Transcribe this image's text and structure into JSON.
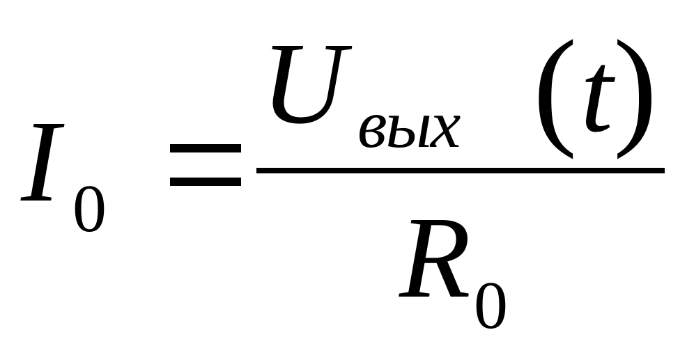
{
  "formula": {
    "lhs": {
      "variable": "I",
      "subscript": "0"
    },
    "operator": "=",
    "numerator": {
      "variable": "U",
      "subscript": "вых",
      "open_paren": "(",
      "argument": "t",
      "close_paren": ")"
    },
    "denominator": {
      "variable": "R",
      "subscript": "0"
    }
  }
}
